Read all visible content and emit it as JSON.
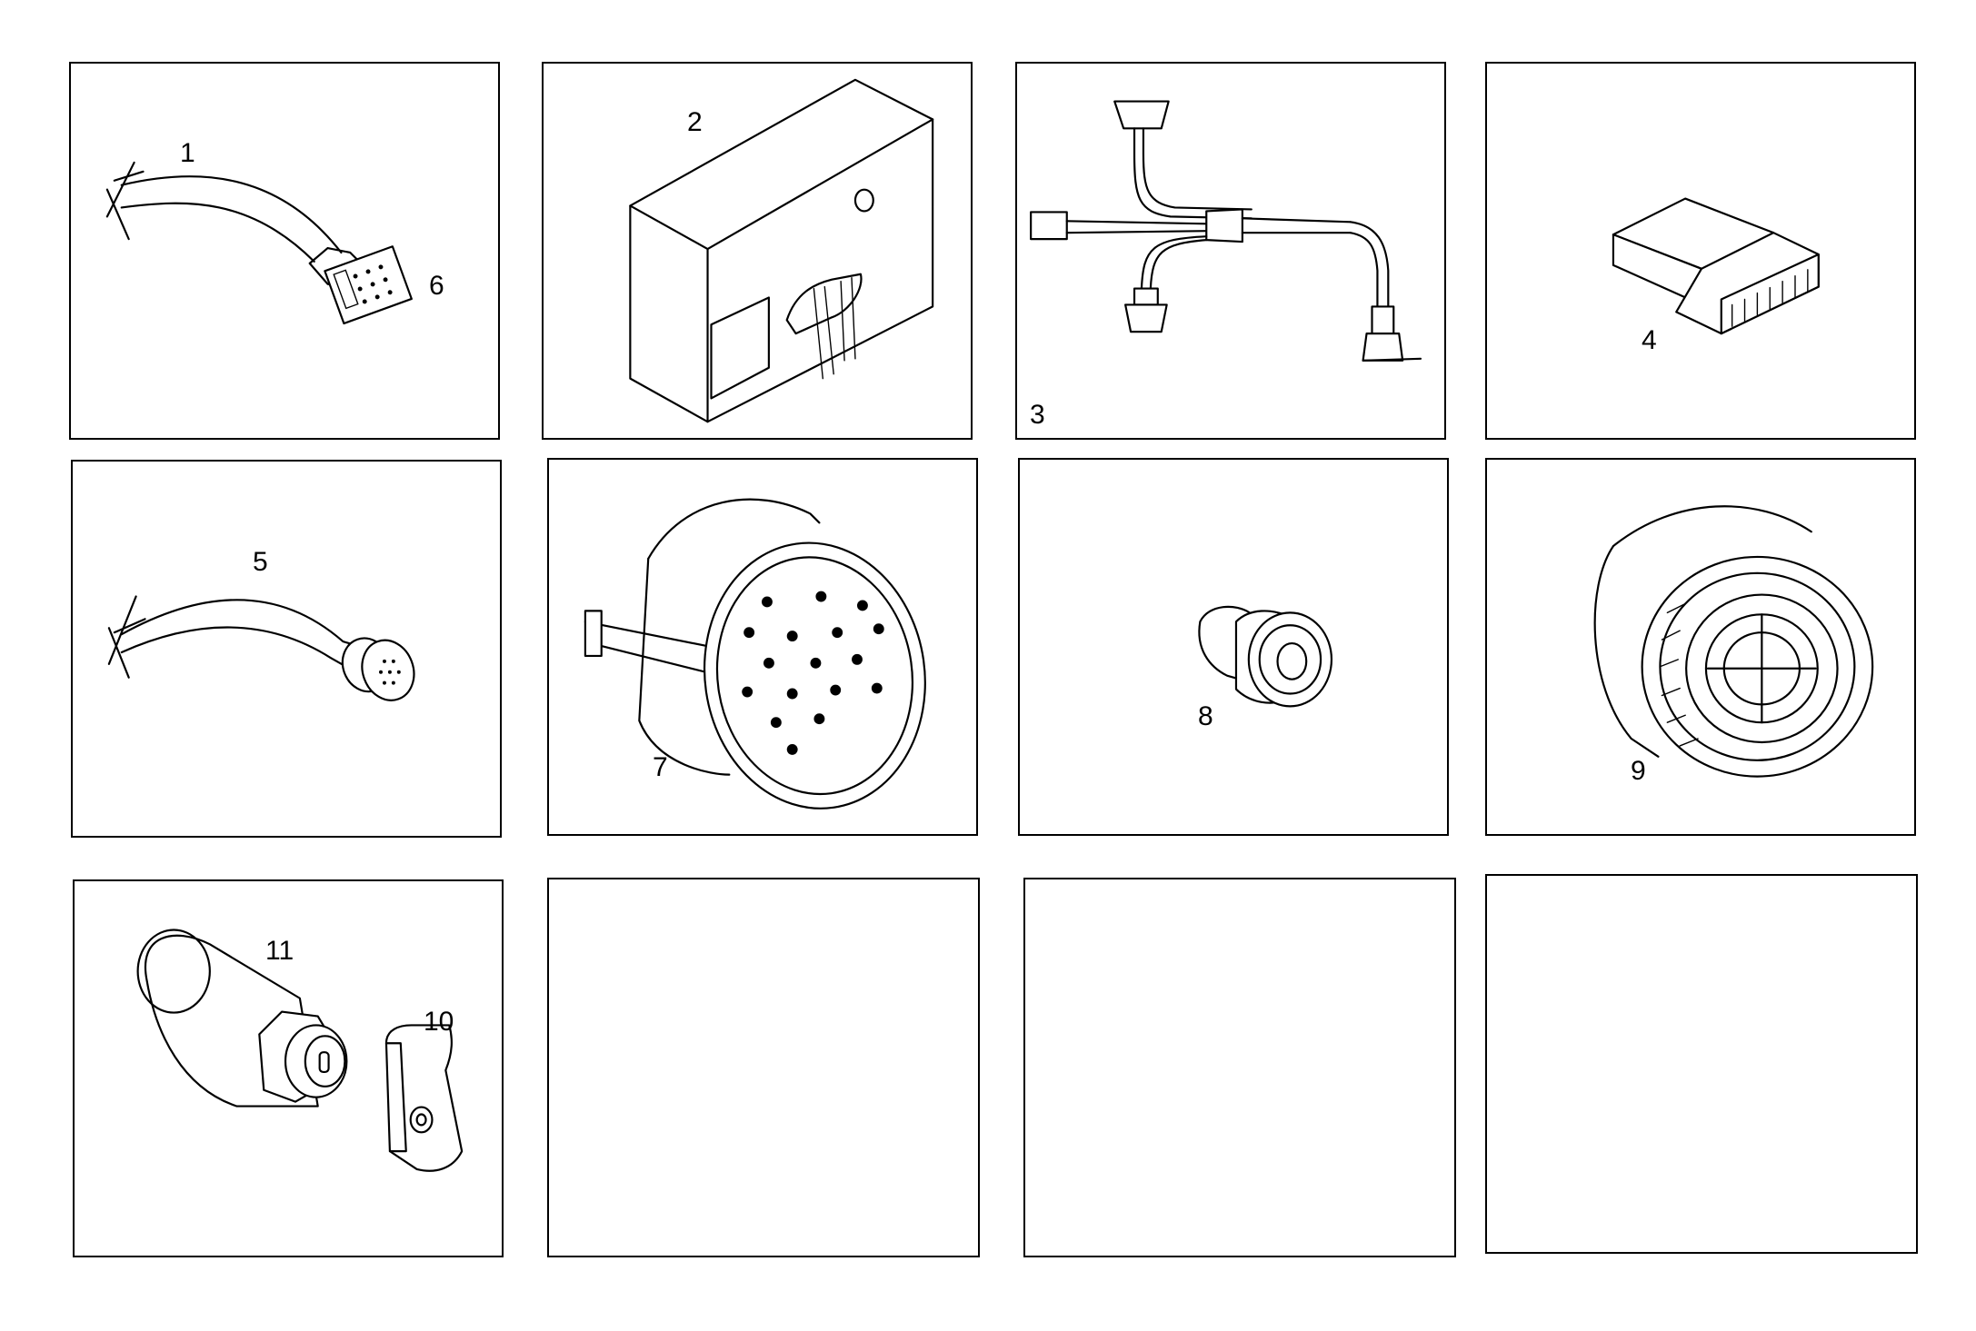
{
  "diagram": {
    "panels": [
      {
        "id": "p1",
        "labels": [
          "1",
          "6"
        ]
      },
      {
        "id": "p2",
        "labels": [
          "2"
        ]
      },
      {
        "id": "p3",
        "labels": [
          "3"
        ]
      },
      {
        "id": "p4",
        "labels": [
          "4"
        ]
      },
      {
        "id": "p5",
        "labels": [
          "5"
        ]
      },
      {
        "id": "p6",
        "labels": [
          "7"
        ]
      },
      {
        "id": "p7",
        "labels": [
          "8"
        ]
      },
      {
        "id": "p8",
        "labels": [
          "9"
        ]
      },
      {
        "id": "p9",
        "labels": [
          "11",
          "10"
        ]
      },
      {
        "id": "p10",
        "labels": []
      },
      {
        "id": "p11",
        "labels": []
      },
      {
        "id": "p12",
        "labels": []
      }
    ]
  }
}
